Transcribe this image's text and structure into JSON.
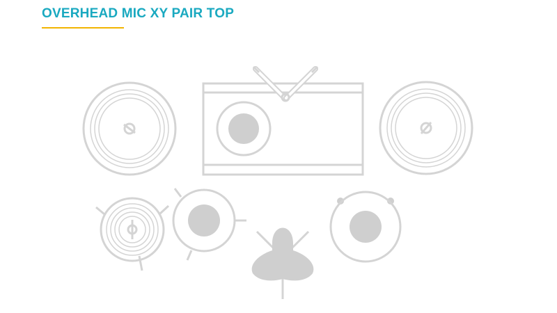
{
  "title": "OVERHEAD MIC XY PAIR TOP",
  "colors": {
    "title": "#1aa9c0",
    "underline": "#f2b400",
    "outline": "#d4d4d4",
    "fill": "#cfcfcf",
    "background": "#ffffff"
  },
  "diagram": {
    "elements": [
      "left-cymbal",
      "right-cymbal",
      "bass-drum",
      "bass-drum-head",
      "xy-mic-pair",
      "hi-hat",
      "rack-tom",
      "floor-tom",
      "drum-throne"
    ],
    "icons": [
      "cymbal-stand-icon",
      "mic-icon"
    ]
  }
}
